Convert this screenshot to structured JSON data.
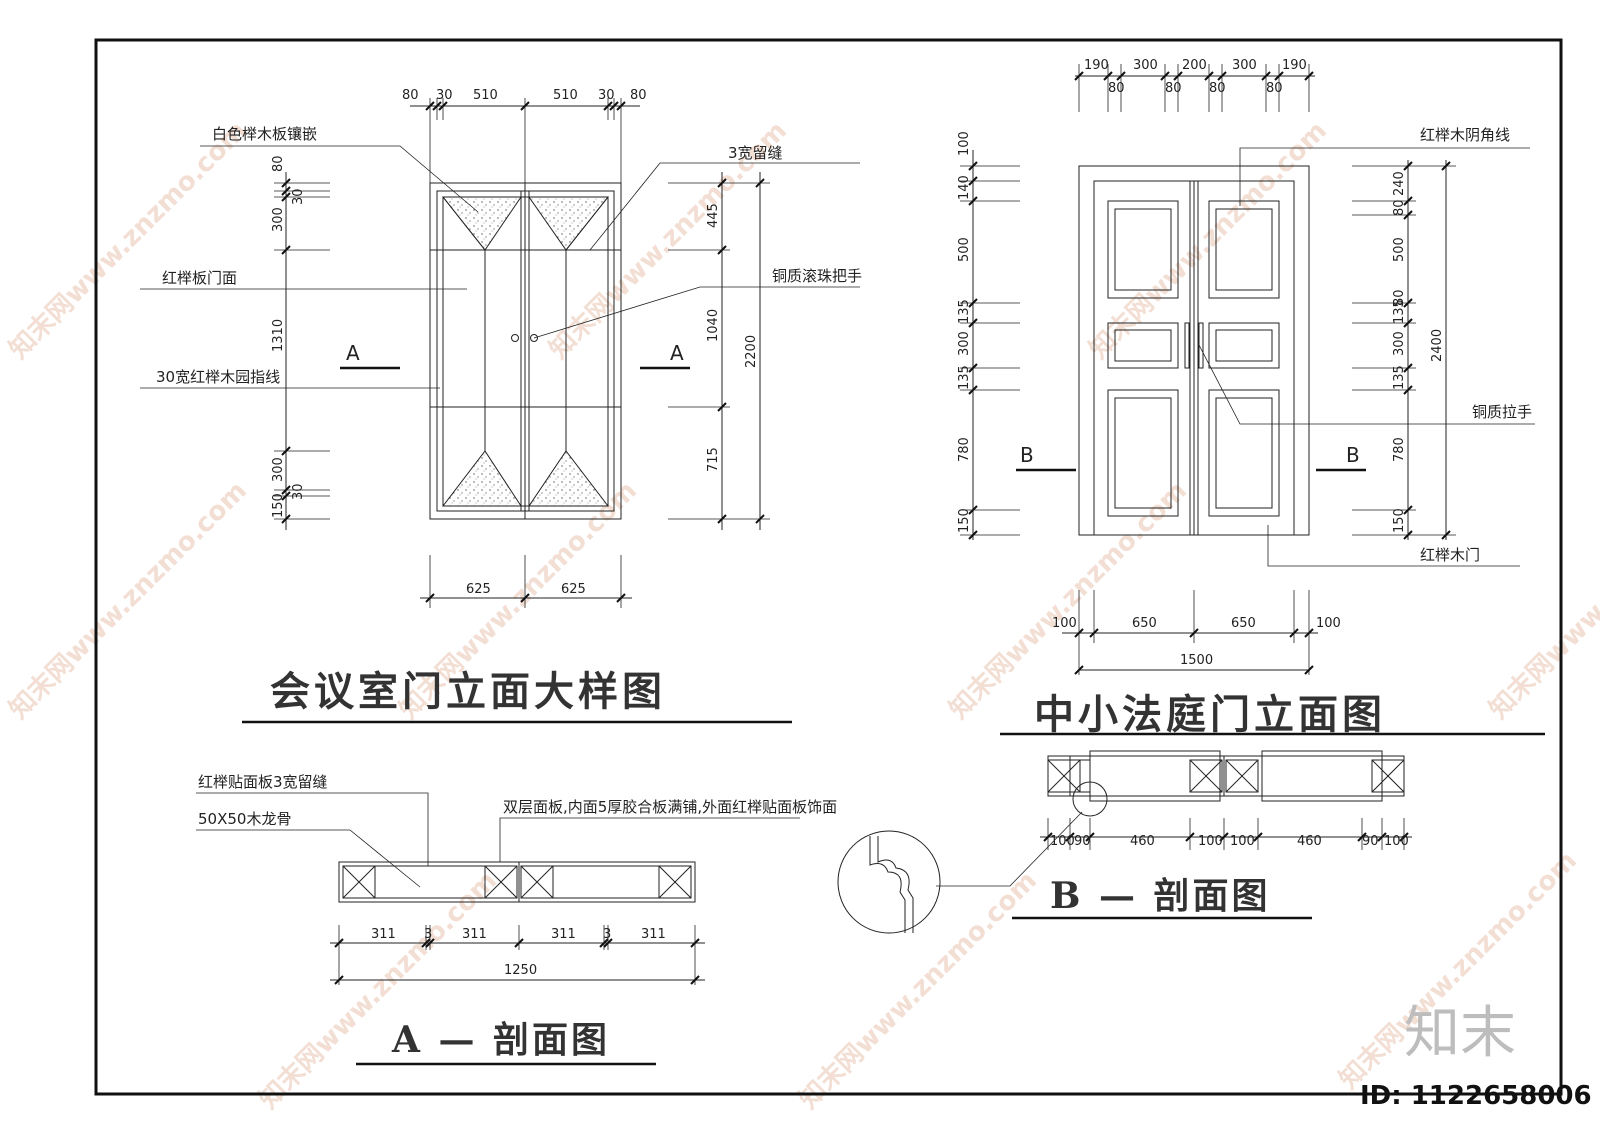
{
  "watermark": "知末网www.znzmo.com",
  "logo_text": "知末",
  "id_label": "ID: 1122658006",
  "meeting_door": {
    "title": "会议室门立面大样图",
    "top_dims": [
      "80",
      "30",
      "510",
      "510",
      "30",
      "80"
    ],
    "left_dims": [
      "80",
      "30",
      "300",
      "1310",
      "300",
      "30",
      "150"
    ],
    "right_dims": [
      "445",
      "1040",
      "715"
    ],
    "total_height": "2200",
    "bottom_dims": [
      "625",
      "625"
    ],
    "notes": {
      "inlay": "白色榉木板镶嵌",
      "gap": "3宽留缝",
      "face": "红榉板门面",
      "handle": "铜质滚珠把手",
      "molding": "30宽红榉木园指线"
    },
    "section_mark": "A"
  },
  "court_door": {
    "title": "中小法庭门立面图",
    "top_dims": [
      "190",
      "300",
      "200",
      "300",
      "190"
    ],
    "top_sub_dims": [
      "80",
      "80",
      "80",
      "80"
    ],
    "left_dims": [
      "100",
      "140",
      "500",
      "135",
      "300",
      "135",
      "780",
      "150"
    ],
    "right_dims": [
      "240",
      "80",
      "500",
      "80",
      "135",
      "300",
      "135",
      "780",
      "150"
    ],
    "total_height": "2400",
    "bottom_dims": [
      "100",
      "650",
      "650",
      "100"
    ],
    "total_width": "1500",
    "notes": {
      "corner_line": "红榉木阴角线",
      "handle": "铜质拉手",
      "door": "红榉木门"
    },
    "section_mark": "B"
  },
  "section_a": {
    "title": "A — 剖面图",
    "notes": {
      "veneer": "红榉贴面板3宽留缝",
      "keel": "50X50木龙骨",
      "panel": "双层面板,内面5厚胶合板满铺,外面红榉贴面板饰面"
    },
    "dims": [
      "311",
      "3",
      "311",
      "311",
      "3",
      "311"
    ],
    "total": "1250"
  },
  "section_b": {
    "title": "B — 剖面图",
    "dims": [
      "100",
      "90",
      "460",
      "100",
      "100",
      "460",
      "90",
      "100"
    ]
  }
}
